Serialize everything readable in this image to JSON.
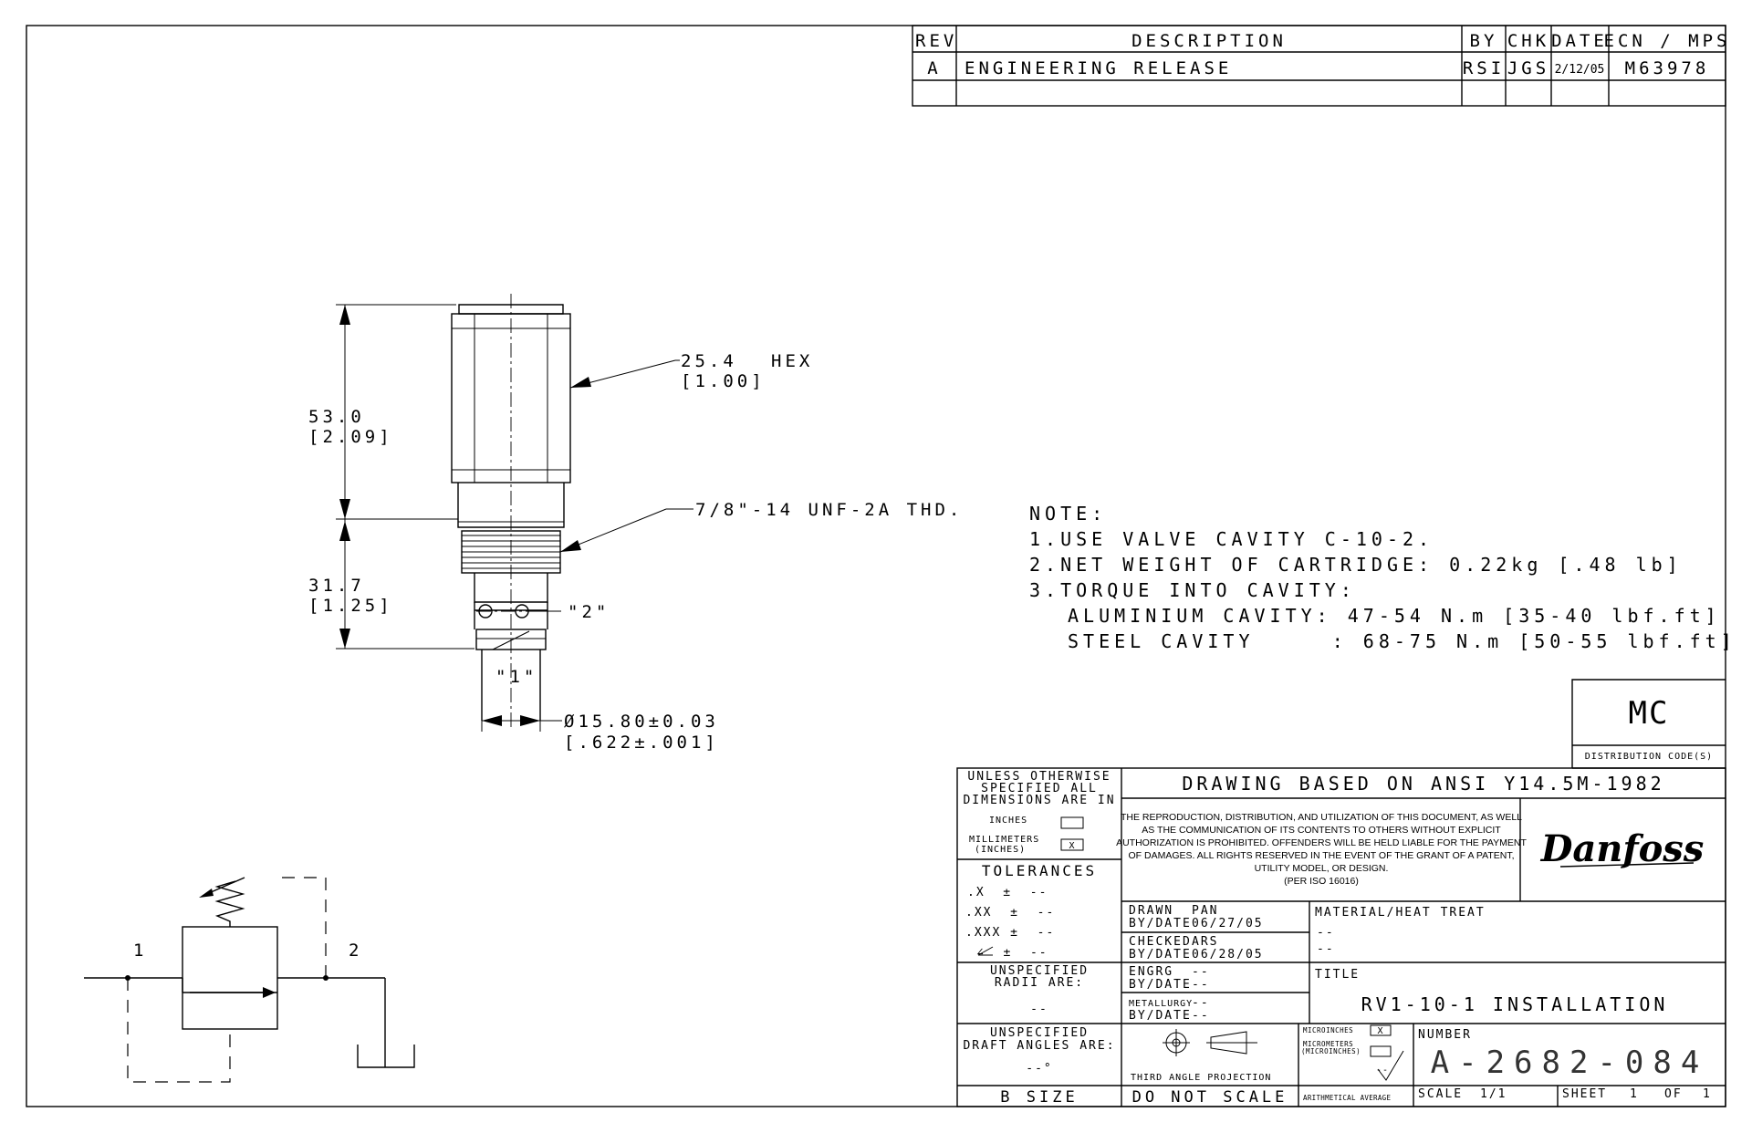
{
  "revision_block": {
    "headers": {
      "rev": "REV",
      "description": "DESCRIPTION",
      "by": "BY",
      "chk": "CHK",
      "date": "DATE",
      "ecn": "ECN / MPS"
    },
    "rows": [
      {
        "rev": "A",
        "description": "ENGINEERING RELEASE",
        "by": "RSI",
        "chk": "JGS",
        "date": "2/12/05",
        "ecn": "M63978"
      }
    ]
  },
  "dimensions": {
    "hex_mm": "25.4",
    "hex_label": "HEX",
    "hex_in": "[1.00]",
    "thread": "7/8\"-14 UNF-2A THD.",
    "overall_mm": "53.0",
    "overall_in": "[2.09]",
    "lower_mm": "31.7",
    "lower_in": "[1.25]",
    "port2": "\"2\"",
    "port1": "\"1\"",
    "diameter_mm": "Ø15.80±0.03",
    "diameter_in": "[.622±.001]"
  },
  "notes": {
    "heading": "NOTE:",
    "lines": [
      "1.USE VALVE CAVITY C-10-2.",
      "2.NET WEIGHT OF CARTRIDGE: 0.22kg [.48 lb]",
      "3.TORQUE INTO CAVITY:",
      "ALUMINIUM CAVITY: 47-54 N.m [35-40 lbf.ft]",
      "STEEL CAVITY     : 68-75 N.m [50-55 lbf.ft]"
    ]
  },
  "schematic": {
    "port1": "1",
    "port2": "2"
  },
  "distribution": {
    "code": "MC",
    "label": "DISTRIBUTION CODE(S)"
  },
  "title_block": {
    "units_header": [
      "UNLESS OTHERWISE",
      "SPECIFIED ALL",
      "DIMENSIONS ARE IN"
    ],
    "inches": "INCHES",
    "millimeters": "MILLIMETERS",
    "inches_paren": "(INCHES)",
    "mm_check": "X",
    "tolerances": "TOLERANCES",
    "tol_rows": [
      ".X  ±  --",
      ".XX  ±  --",
      ".XXX ±  --",
      "∠  ±  --"
    ],
    "radii": [
      "UNSPECIFIED",
      "RADII ARE:"
    ],
    "radii_value": "--",
    "draft": [
      "UNSPECIFIED",
      "DRAFT ANGLES ARE:"
    ],
    "draft_value": "--°",
    "size": "B SIZE",
    "ansi": "DRAWING BASED ON ANSI Y14.5M-1982",
    "legal": [
      "THE REPRODUCTION, DISTRIBUTION, AND UTILIZATION OF THIS DOCUMENT, AS WELL",
      "AS THE COMMUNICATION OF ITS CONTENTS TO OTHERS WITHOUT EXPLICIT",
      "AUTHORIZATION IS PROHIBITED. OFFENDERS WILL BE HELD LIABLE FOR THE PAYMENT",
      "OF DAMAGES.  ALL RIGHTS RESERVED IN THE EVENT OF THE GRANT OF A PATENT,",
      "UTILITY MODEL, OR DESIGN.",
      "(PER ISO 16016)"
    ],
    "logo": "Danfoss",
    "drawn": {
      "label1": "DRAWN",
      "label2": "BY/DATE",
      "name": "PAN",
      "date": "06/27/05"
    },
    "checked": {
      "label1": "CHECKED",
      "label2": "BY/DATE",
      "name": "ARS",
      "date": "06/28/05"
    },
    "engrg": {
      "label1": "ENGRG",
      "label2": "BY/DATE",
      "name": "--",
      "date": "--"
    },
    "metallurgy": {
      "label1": "METALLURGY",
      "label2": "BY/DATE",
      "name": "--",
      "date": "--"
    },
    "material_label": "MATERIAL/HEAT TREAT",
    "material_value1": "--",
    "material_value2": "--",
    "title_label": "TITLE",
    "title": "RV1-10-1 INSTALLATION",
    "projection": "THIRD ANGLE PROJECTION",
    "do_not_scale": "DO NOT SCALE",
    "microinches": "MICROINCHES",
    "micrometers": "MICROMETERS",
    "micro_paren": "(MICROINCHES)",
    "micro_check": "X",
    "surface_value": "--",
    "arith": "ARITHMETICAL AVERAGE",
    "number_label": "NUMBER",
    "number": "A-2682-084",
    "scale_label": "SCALE",
    "scale": "1/1",
    "sheet_label": "SHEET",
    "sheet": "1",
    "of_label": "OF",
    "of": "1"
  }
}
